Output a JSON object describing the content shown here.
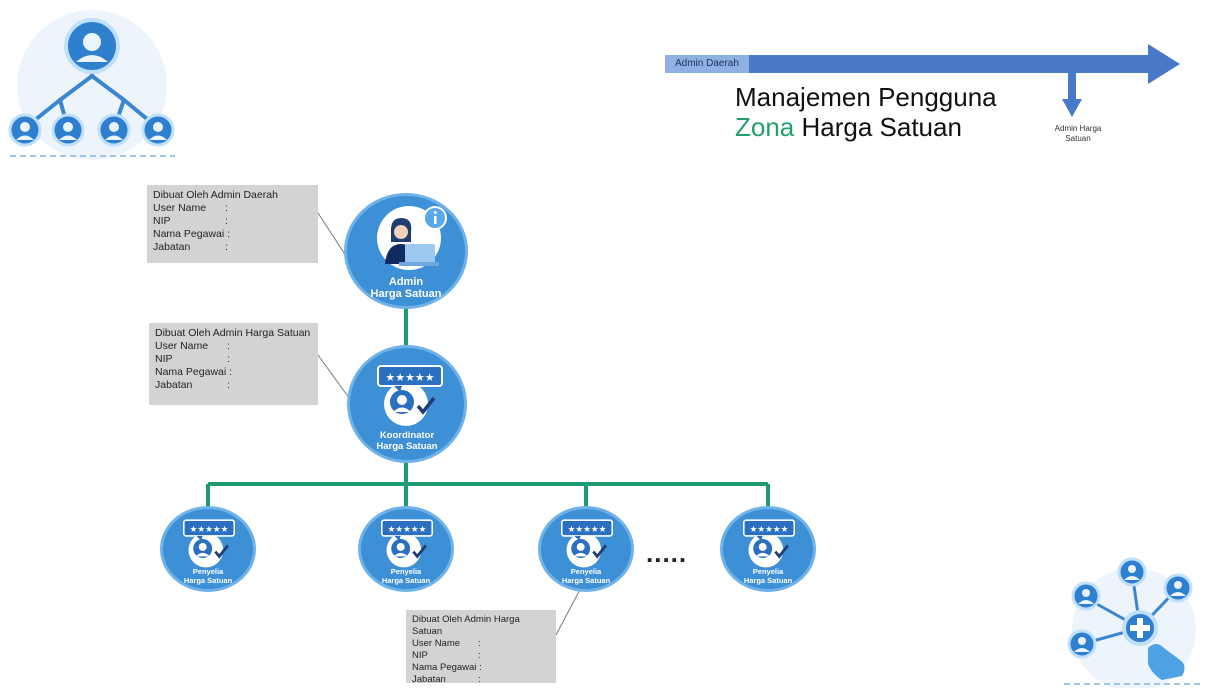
{
  "flow": {
    "from_label": "Admin Daerah",
    "to_label": "Admin Harga Satuan"
  },
  "title": {
    "line1": "Manajemen Pengguna",
    "line2_accent": "Zona",
    "line2_rest": " Harga Satuan"
  },
  "info_fields": {
    "user_name": "User Name",
    "nip": "NIP",
    "nama": "Nama Pegawai",
    "jabatan": "Jabatan",
    "colon": ":"
  },
  "boxes": {
    "admin": {
      "created_by": "Dibuat Oleh Admin Daerah"
    },
    "koordinator": {
      "created_by": "Dibuat Oleh Admin Harga Satuan"
    },
    "penyelia": {
      "created_by": "Dibuat Oleh Admin Harga Satuan"
    }
  },
  "nodes": {
    "admin": {
      "line1": "Admin",
      "line2": "Harga Satuan"
    },
    "koordinator": {
      "line1": "Koordinator",
      "line2": "Harga Satuan"
    },
    "penyelia": [
      {
        "line1": "Penyelia",
        "line2": "Harga Satuan"
      },
      {
        "line1": "Penyelia",
        "line2": "Harga Satuan"
      },
      {
        "line1": "Penyelia",
        "line2": "Harga Satuan"
      },
      {
        "line1": "Penyelia",
        "line2": "Harga Satuan"
      }
    ],
    "ellipsis": "....."
  },
  "colors": {
    "node_blue": "#3d8fd6",
    "connector_green": "#1e9a74",
    "arrow_blue": "#4a78c8",
    "accent_green": "#21a06b"
  },
  "icons": [
    "org-chart-icon",
    "network-add-icon",
    "admin-user-icon",
    "rating-review-icon"
  ]
}
